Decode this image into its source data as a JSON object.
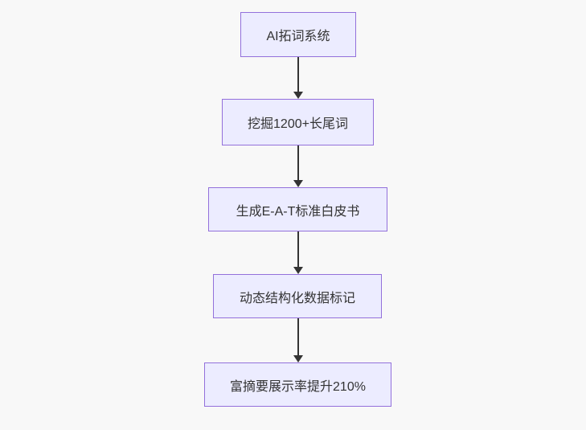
{
  "diagram": {
    "type": "flowchart",
    "direction": "top-down",
    "nodes": [
      {
        "id": "n1",
        "label": "AI拓词系统"
      },
      {
        "id": "n2",
        "label": "挖掘1200+长尾词"
      },
      {
        "id": "n3",
        "label": "生成E-A-T标准白皮书"
      },
      {
        "id": "n4",
        "label": "动态结构化数据标记"
      },
      {
        "id": "n5",
        "label": "富摘要展示率提升210%"
      }
    ],
    "edges": [
      {
        "from": "n1",
        "to": "n2",
        "label": ""
      },
      {
        "from": "n2",
        "to": "n3",
        "label": ""
      },
      {
        "from": "n3",
        "to": "n4",
        "label": ""
      },
      {
        "from": "n4",
        "to": "n5",
        "label": ""
      }
    ],
    "colors": {
      "background": "#f8f8f8",
      "node_fill": "#ECECFF",
      "node_border": "#9370DB",
      "arrow": "#333333",
      "text": "#333333"
    }
  }
}
